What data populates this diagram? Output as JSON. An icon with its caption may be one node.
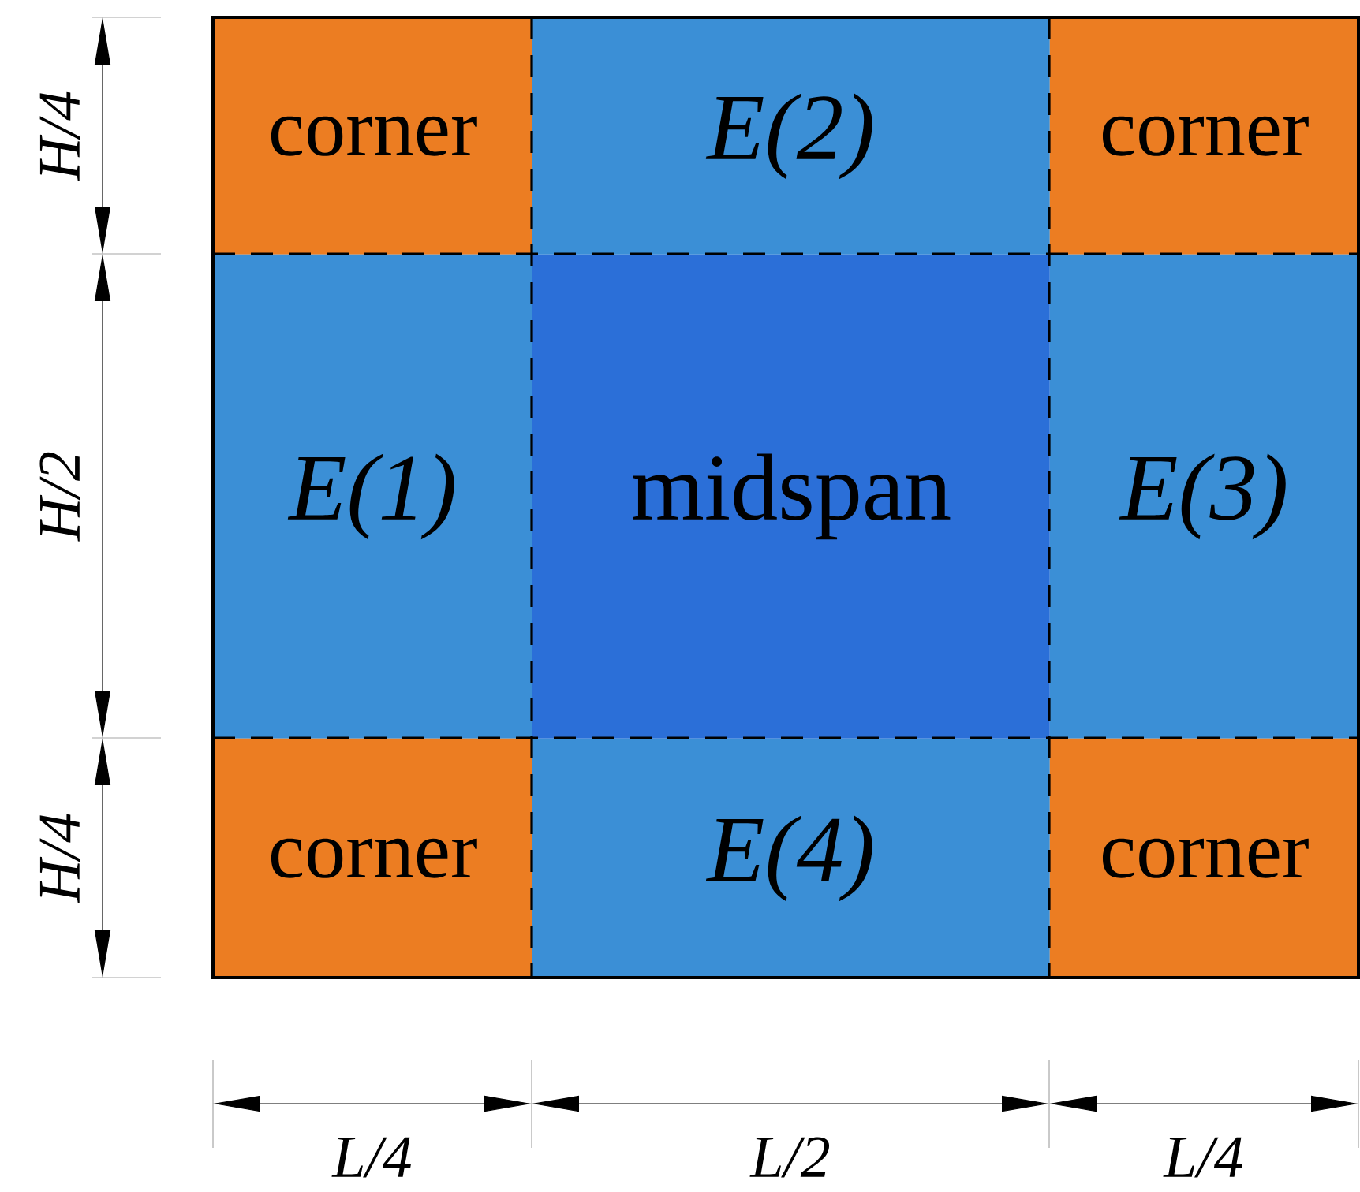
{
  "diagram": {
    "nodes": [
      {
        "text": [
          "corner"
        ]
      },
      {
        "text": [
          "E(2)"
        ]
      },
      {
        "text": [
          "corner"
        ]
      },
      {
        "text": [
          "E(1)"
        ]
      },
      {
        "text": [
          "midspan"
        ]
      },
      {
        "text": [
          "E(3)"
        ]
      },
      {
        "text": [
          "corner"
        ]
      },
      {
        "text": [
          "E(4)"
        ]
      },
      {
        "text": [
          "corner"
        ]
      }
    ],
    "edges": [],
    "labels": [
      "H/4",
      "H/2",
      "H/4",
      "L/4",
      "L/2",
      "L/4"
    ]
  }
}
